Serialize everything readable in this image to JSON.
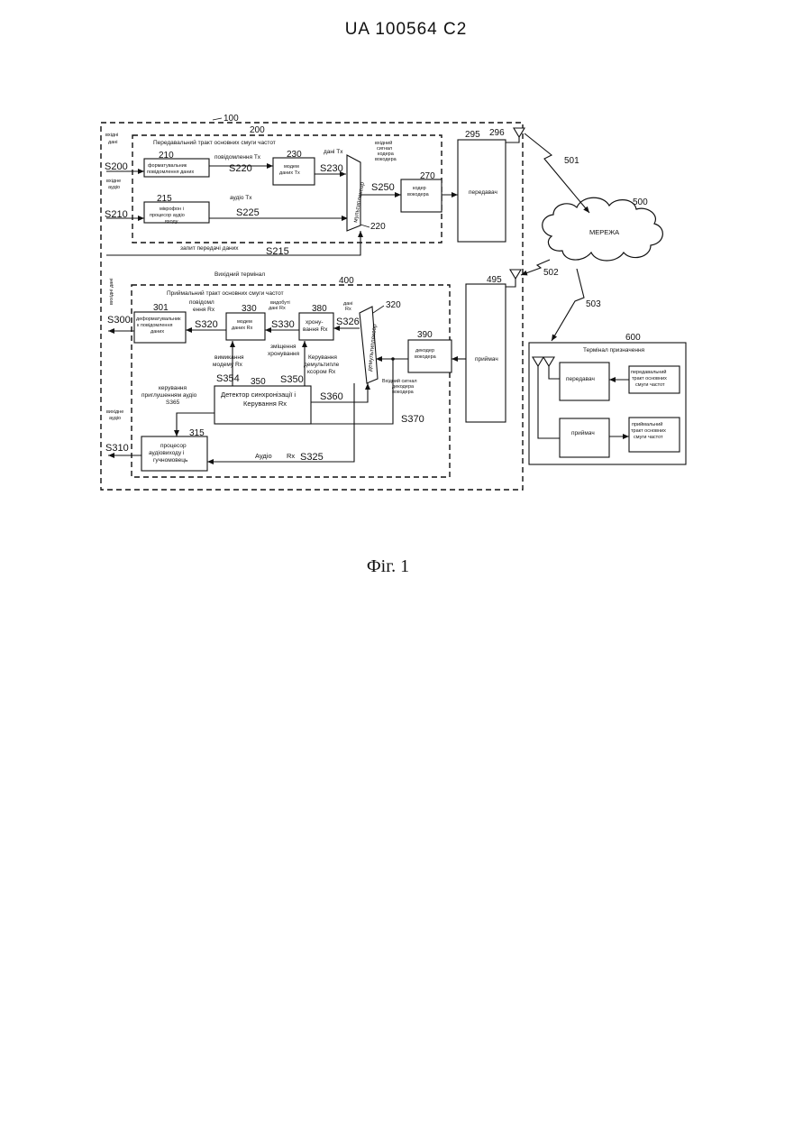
{
  "header": "UA   100564   C2",
  "caption": "Фіг. 1",
  "refs": {
    "r100": "100",
    "r200": "200",
    "r210": "210",
    "r215": "215",
    "r220": "220",
    "r230": "230",
    "r270": "270",
    "r295": "295",
    "r296": "296",
    "r301": "301",
    "r315": "315",
    "r320": "320",
    "r330": "330",
    "r350": "350",
    "r380": "380",
    "r390": "390",
    "r400": "400",
    "r495": "495",
    "r500": "500",
    "r501": "501",
    "r502": "502",
    "r503": "503",
    "r600": "600"
  },
  "signals": {
    "s200": "S200",
    "s210": "S210",
    "s215": "S215",
    "s220": "S220",
    "s225": "S225",
    "s230": "S230",
    "s250": "S250",
    "s300": "S300",
    "s310": "S310",
    "s320": "S320",
    "s325": "S325",
    "s326": "S326",
    "s330": "S330",
    "s350": "S350",
    "s354": "S354",
    "s360": "S360",
    "s370": "S370"
  },
  "labels": {
    "input_data": "вхідні дані",
    "input_audio": "вхідне аудіо",
    "tx_path_title": "Передавальний тракт основних смуги частот",
    "formatter": "форматувальник повідомлення даних",
    "tx_messages": "повідомлення Tx",
    "modem_tx": "модем даних Tx",
    "data_tx": "дані Tx",
    "vocoder_input_signals": "вхідний сигнал кодера вокодера",
    "vocoder_coder": "кодер вокодера",
    "transmitter": "передавач",
    "mic_processor": "мікрофон і процесор аудіо входу",
    "audio_tx": "аудіо Tx",
    "multiplexer": "мультиплексор",
    "tx_request": "запит передачі даних",
    "output_terminal": "Вихідний термінал",
    "output_data": "вихідні дані",
    "rx_path_title": "Приймальний тракт основних смуги частот",
    "deformatter": "деформатувальник повідомлення даних",
    "rx_messages": "повідомлення Rx",
    "modem_rx": "модем даних Rx",
    "demod_data_rx": "видобуті дані Rx",
    "timing_rx": "хронування Rx",
    "data_rx": "дані Rx",
    "demultiplexer": "демультиплексор",
    "vocoder_decoder": "декодер вокодера",
    "receiver": "приймач",
    "modem_mute_rx": "вимикання модему Rx",
    "timing_offset": "зміщення хронування",
    "demux_control_rx": "Керування демультиплексором Rx",
    "sync_detector": "Детектор синхронізації і Керування Rx",
    "vocoder_input_decoded": "Вхідний сигнал декодера вокодера",
    "audio_mute_control": "керування приглушенням аудіо S365",
    "output_audio": "вихідне аудіо",
    "audio_processor": "процесор аудіовиходу і гучномовець",
    "audio_rx": "Аудіо Rx",
    "network": "МЕРЕЖА",
    "destination_terminal": "Термінал призначення",
    "dest_transmitter": "передавач",
    "dest_tx_path": "передавальний тракт основних смуги частот",
    "dest_receiver": "приймач",
    "dest_rx_path": "приймальний тракт основних смуги частот"
  }
}
